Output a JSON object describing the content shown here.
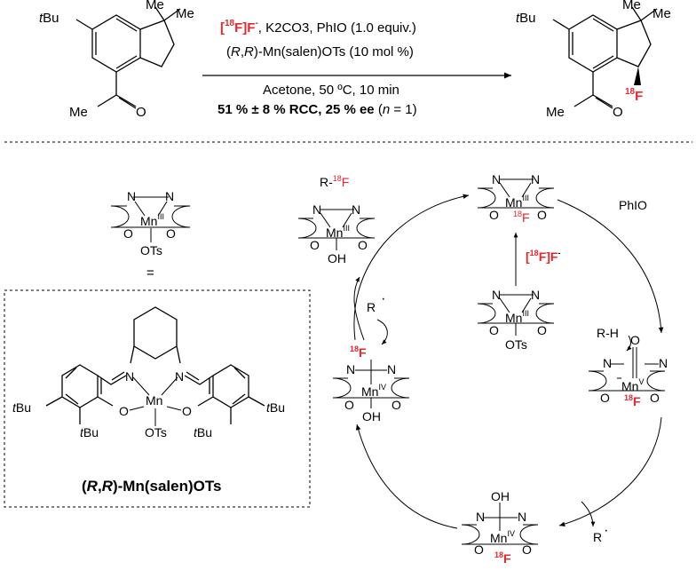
{
  "reaction": {
    "reagent_bracket_l": "[",
    "reagent_iso": "18",
    "reagent_f": "F]F",
    "reagent_minus": "-",
    "reagent_rest": ", K2CO3, PhIO (1.0 equiv.)",
    "catalyst_open": "(",
    "catalyst_r1": "R",
    "catalyst_comma": ",",
    "catalyst_r2": "R",
    "catalyst_rest": ")-Mn(salen)OTs (10 mol %)",
    "conditions": "Acetone, 50 ºC, 10 min",
    "result_bold": "51 % ± 8 % RCC, 25 % ee",
    "result_n_open": " (",
    "result_n": "n",
    "result_n_close": " = 1)"
  },
  "substrate": {
    "tbu_t": "t",
    "tbu": "Bu",
    "me1": "Me",
    "me2": "Me",
    "acyl_me": "Me",
    "acyl_o": "O"
  },
  "product": {
    "tbu_t": "t",
    "tbu": "Bu",
    "me1": "Me",
    "me2": "Me",
    "acyl_me": "Me",
    "acyl_o": "O",
    "f_iso": "18",
    "f": "F"
  },
  "legend": {
    "n1": "N",
    "n2": "N",
    "mn": "Mn",
    "ox": "III",
    "o1": "O",
    "o2": "O",
    "ots": "OTs",
    "equals": "=",
    "full_name_open": "(",
    "full_name_r1": "R",
    "full_name_comma": ",",
    "full_name_r2": "R",
    "full_name_rest": ")-Mn(salen)OTs",
    "struct": {
      "n1": "N",
      "n2": "N",
      "mn": "Mn",
      "o1": "O",
      "o2": "O",
      "ots": "OTs",
      "tbu_t1": "t",
      "tbu1": "Bu",
      "tbu_t2": "t",
      "tbu2": "Bu",
      "tbu_t3": "t",
      "tbu3": "Bu",
      "tbu_t4": "t",
      "tbu4": "Bu"
    }
  },
  "cycle": {
    "top": {
      "n1": "N",
      "n2": "N",
      "mn": "Mn",
      "ox": "III",
      "o1": "O",
      "f_iso": "18",
      "f": "F",
      "o2": "O"
    },
    "reagent": {
      "label_l": "[",
      "iso": "18",
      "label_f": "F]F",
      "minus": "-"
    },
    "start": {
      "n1": "N",
      "n2": "N",
      "mn": "Mn",
      "ox": "III",
      "o1": "O",
      "o2": "O",
      "ots": "OTs"
    },
    "phio": "PhIO",
    "oxo": {
      "o_top": "O",
      "n1": "N",
      "n2": "N",
      "mn": "Mn",
      "ox": "V",
      "o1": "O",
      "f_iso": "18",
      "f": "F",
      "o2": "O"
    },
    "rh": "R-H",
    "hydroxo": {
      "oh": "OH",
      "n1": "N",
      "n2": "N",
      "mn": "Mn",
      "ox": "IV",
      "o1": "O",
      "f_iso": "18",
      "f": "F",
      "o2": "O"
    },
    "radical_r": "R",
    "left": {
      "f_iso": "18",
      "f": "F",
      "n1": "N",
      "n2": "N",
      "mn": "Mn",
      "ox": "IV",
      "o1": "O",
      "oh": "OH",
      "o2": "O"
    },
    "radical_r2": "R",
    "product": {
      "label_r": "R-",
      "iso": "18",
      "f": "F",
      "n1": "N",
      "n2": "N",
      "mn": "Mn",
      "ox": "III",
      "o1": "O",
      "oh": "OH",
      "o2": "O"
    }
  }
}
